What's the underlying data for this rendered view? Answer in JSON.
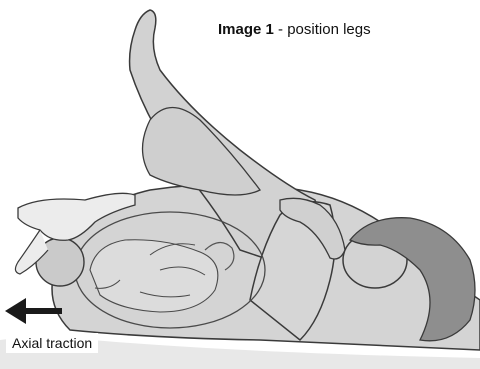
{
  "caption": {
    "number_label": "Image 1",
    "text": " - position legs"
  },
  "traction_label": "Axial traction",
  "colors": {
    "skin": "#d3d3d3",
    "outline": "#3a3a3a",
    "hair": "#8e8e8e",
    "glove": "#ececec",
    "arrow": "#1a1a1a"
  },
  "icons": {
    "arrow": "left-arrow-icon"
  }
}
